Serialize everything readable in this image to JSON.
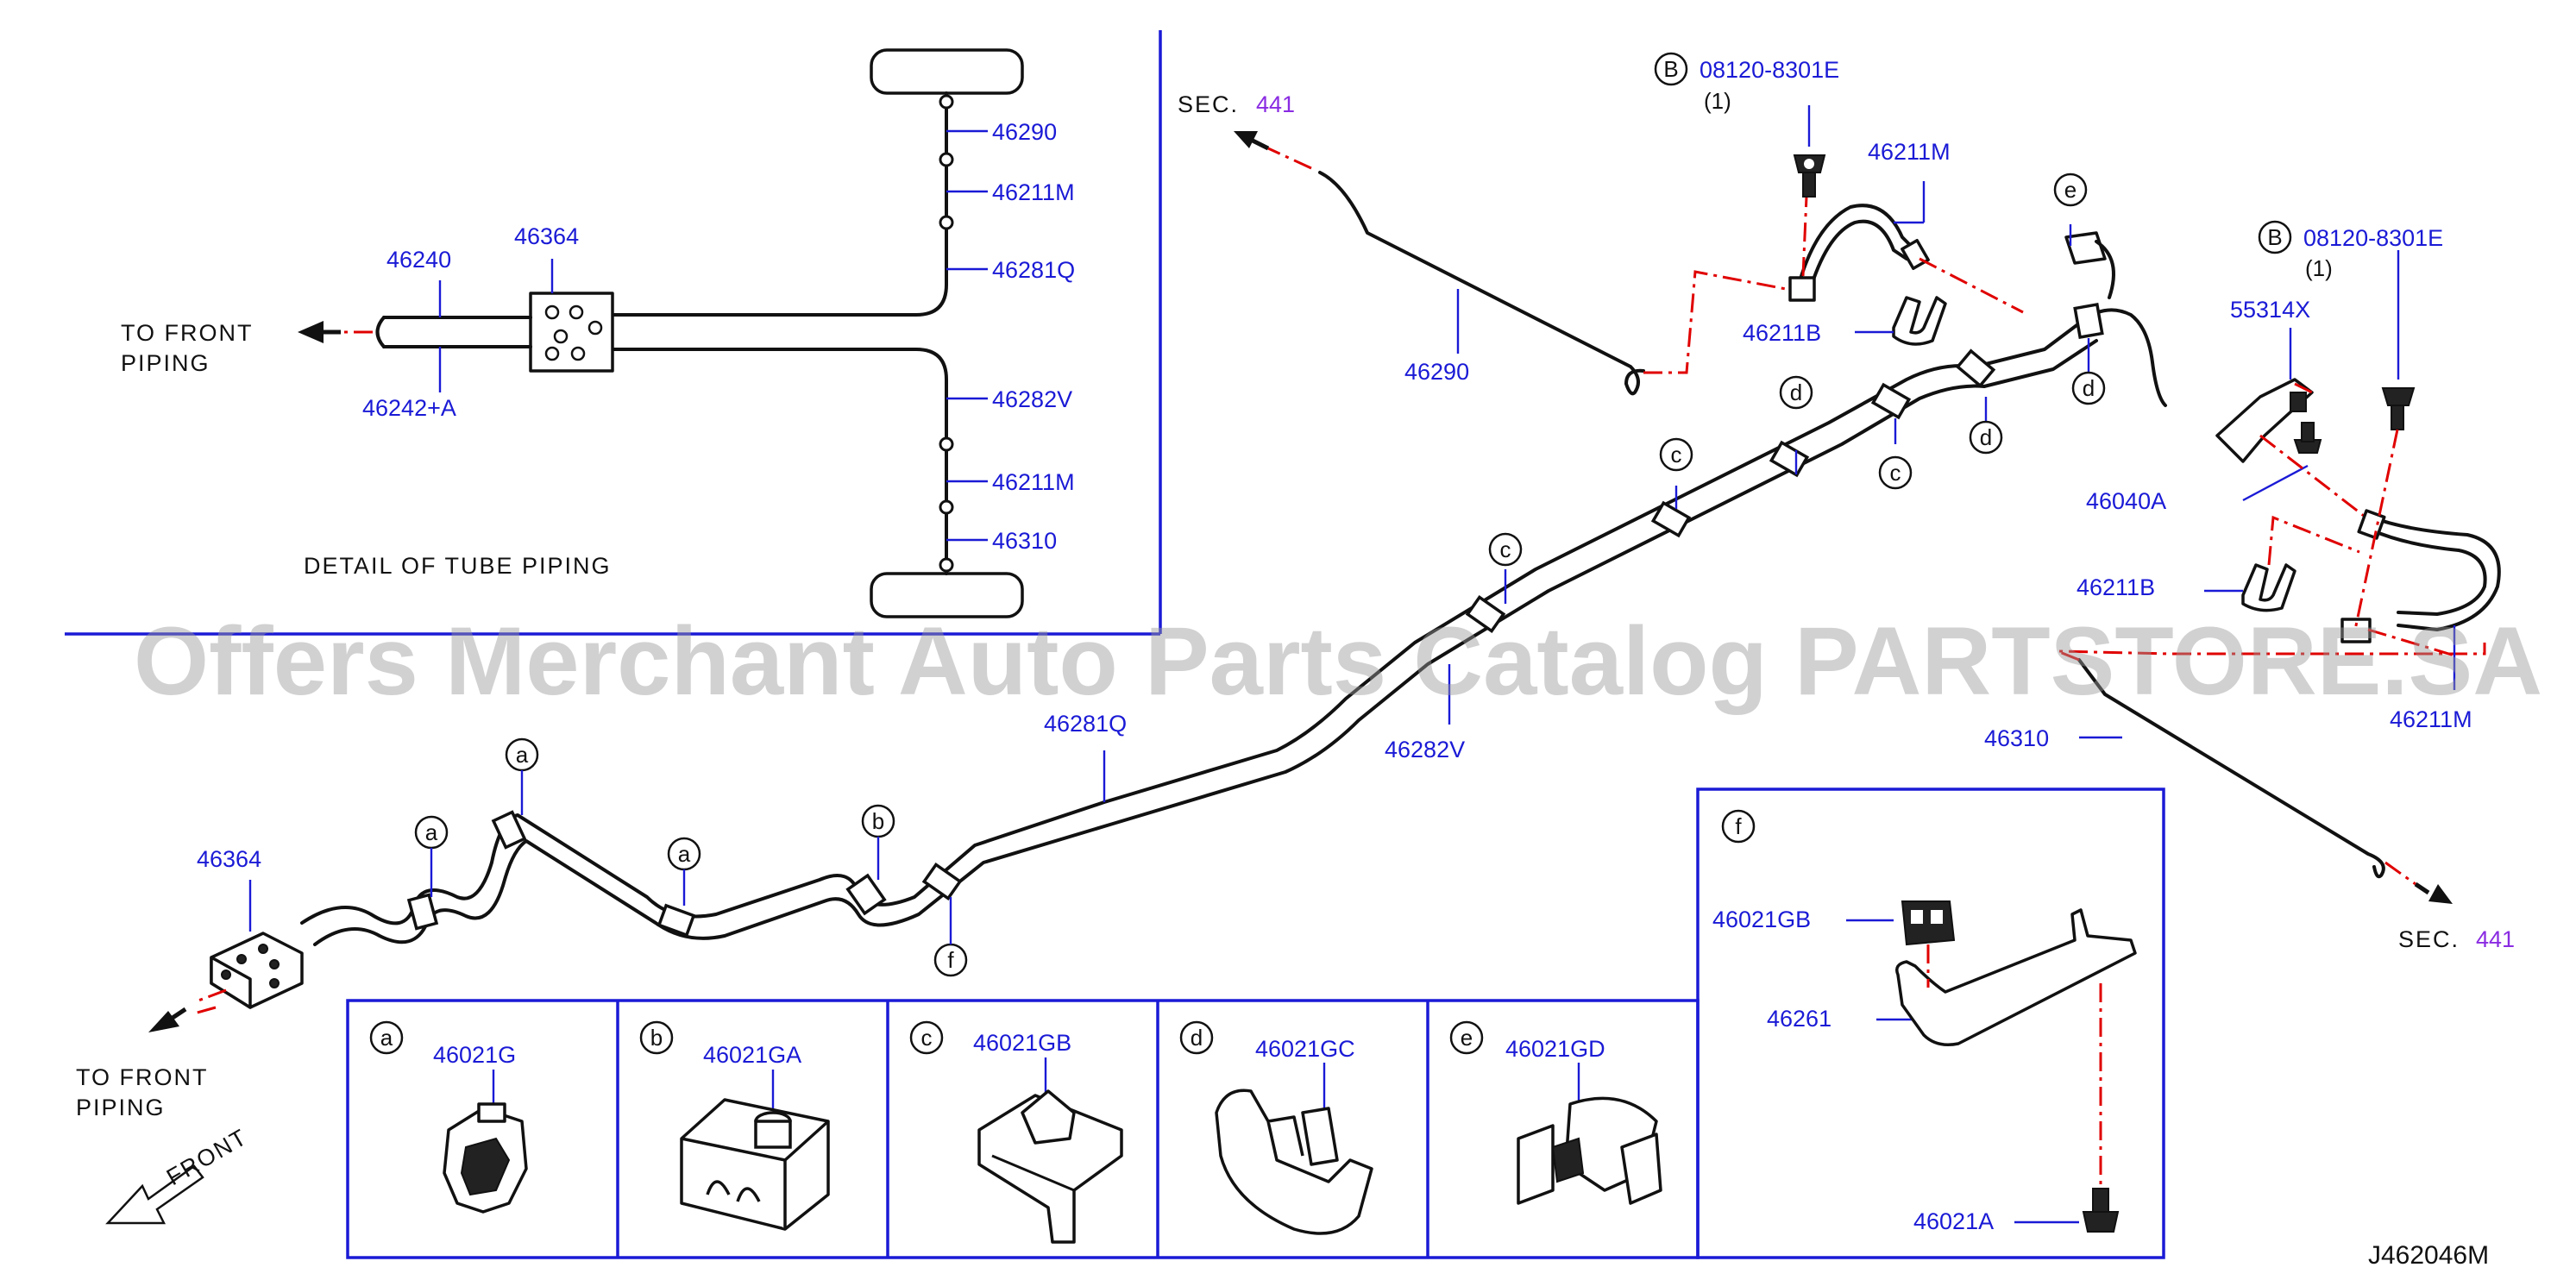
{
  "watermark": "Offers Merchant Auto Parts Catalog PARTSTORE.SA",
  "diagram_id": "J462046M",
  "detail": {
    "caption": "DETAIL  OF  TUBE  PIPING",
    "to_front_line1": "TO  FRONT",
    "to_front_line2": "PIPING",
    "p46364": "46364",
    "p46240": "46240",
    "p46242A": "46242+A",
    "p46290": "46290",
    "p46211M_a": "46211M",
    "p46281Q": "46281Q",
    "p46282V": "46282V",
    "p46211M_b": "46211M",
    "p46310": "46310"
  },
  "main": {
    "sec_left_label": "SEC.",
    "sec_left_num": "441",
    "sec_right_label": "SEC.",
    "sec_right_num": "441",
    "bolt_top_letter": "B",
    "bolt_top_part": "08120-8301E",
    "bolt_top_qty": "(1)",
    "bolt_right_letter": "B",
    "bolt_right_part": "08120-8301E",
    "bolt_right_qty": "(1)",
    "p46290": "46290",
    "p46211M_top": "46211M",
    "p46211B_top": "46211B",
    "p55314X": "55314X",
    "p46040A": "46040A",
    "p46211B_right": "46211B",
    "p46211M_right": "46211M",
    "p46310": "46310",
    "p46282V": "46282V",
    "p46281Q": "46281Q",
    "p46364": "46364",
    "to_front_line1": "TO  FRONT",
    "to_front_line2": "PIPING",
    "front": "FRONT"
  },
  "callouts": {
    "a": "a",
    "b": "b",
    "c": "c",
    "d": "d",
    "e": "e",
    "f": "f"
  },
  "clips": {
    "a": {
      "letter": "a",
      "part": "46021G"
    },
    "b": {
      "letter": "b",
      "part": "46021GA"
    },
    "c": {
      "letter": "c",
      "part": "46021GB"
    },
    "d": {
      "letter": "d",
      "part": "46021GC"
    },
    "e": {
      "letter": "e",
      "part": "46021GD"
    }
  },
  "f_box": {
    "letter": "f",
    "p46021GB": "46021GB",
    "p46261": "46261",
    "p46021A": "46021A"
  },
  "colors": {
    "part_label": "#1a1ad6",
    "section_number": "#8a2be2",
    "dash_line": "#e00000",
    "frame": "#1a1ad6"
  }
}
